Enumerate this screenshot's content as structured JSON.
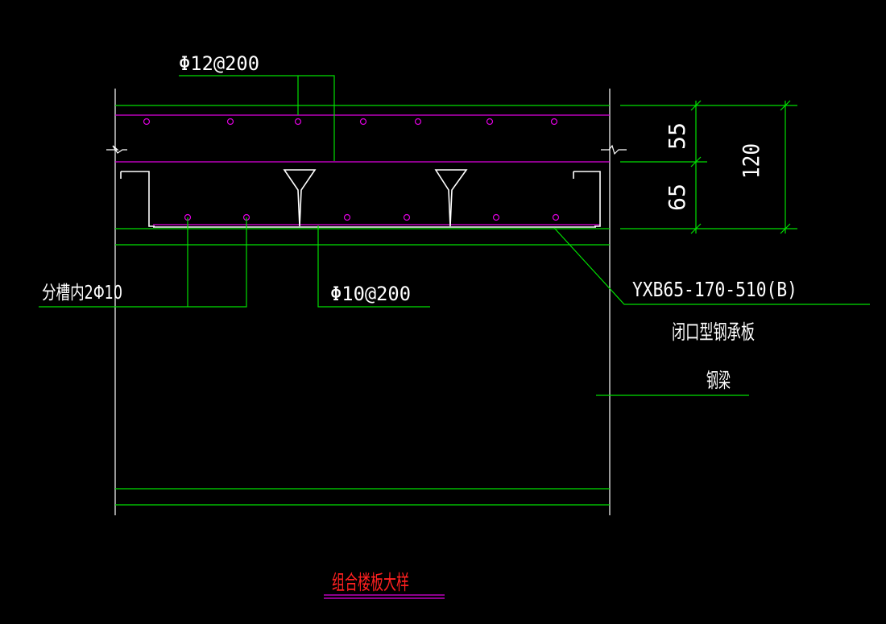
{
  "drawing": {
    "title": "组合楼板大样",
    "labels": {
      "top_rebar": "Φ12@200",
      "groove_rebar": "分槽内2Φ10",
      "bottom_rebar": "Φ10@200",
      "deck_model": "YXB65-170-510(B)",
      "deck_type": "闭口型钢承板",
      "beam": "钢梁"
    },
    "dimensions": {
      "upper": "55",
      "lower": "65",
      "total": "120"
    },
    "colors": {
      "background": "#000000",
      "outline": "#ffffff",
      "leader": "#00e000",
      "rebar": "#e000e0",
      "title": "#ff2020"
    }
  }
}
